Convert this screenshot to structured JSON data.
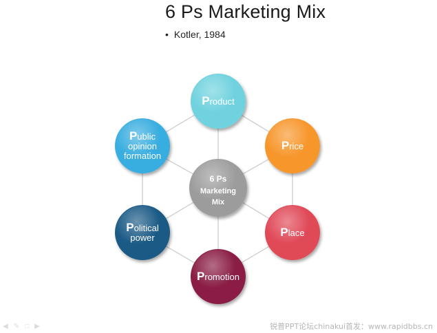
{
  "slide": {
    "title": "6 Ps Marketing Mix",
    "bullet": "Kotler, 1984"
  },
  "center": {
    "line1": "6 Ps",
    "line2": "Marketing",
    "line3": "Mix",
    "color": "#9c9c9c"
  },
  "nodes": [
    {
      "key": "product",
      "initial": "P",
      "rest": "roduct",
      "extra": [],
      "color": "#6fd2de"
    },
    {
      "key": "price",
      "initial": "P",
      "rest": "rice",
      "extra": [],
      "color": "#f7962b"
    },
    {
      "key": "place",
      "initial": "P",
      "rest": "lace",
      "extra": [],
      "color": "#e04857"
    },
    {
      "key": "promotion",
      "initial": "P",
      "rest": "romotion",
      "extra": [],
      "color": "#8a1d44"
    },
    {
      "key": "political-power",
      "initial": "P",
      "rest": "olitical",
      "extra": [
        "power"
      ],
      "color": "#1b5a86"
    },
    {
      "key": "public-opinion-formation",
      "initial": "P",
      "rest": "ublic",
      "extra": [
        "opinion",
        "formation"
      ],
      "color": "#39ade0"
    }
  ],
  "footer": {
    "text": "锐普PPT论坛chinakui首发：www.rapidbbs.cn"
  },
  "toolbar": {
    "icons": [
      "◀",
      "✎",
      "□",
      "▶"
    ]
  }
}
